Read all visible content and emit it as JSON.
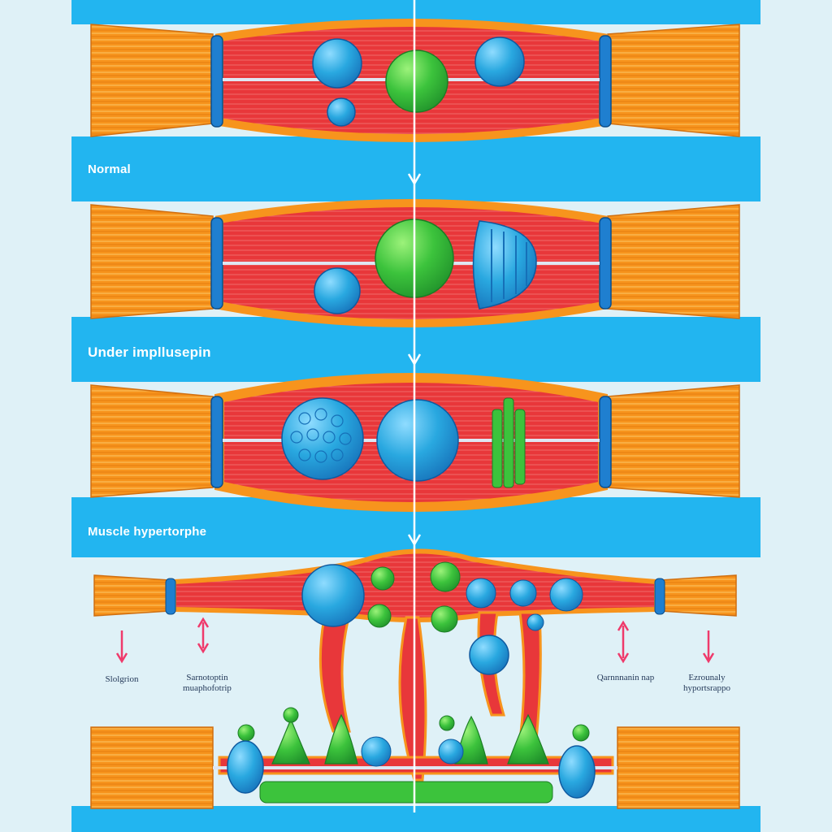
{
  "stages": [
    {
      "id": "normal",
      "label": "Normal"
    },
    {
      "id": "under-impulse",
      "label": "Under impllusepin"
    },
    {
      "id": "hypertrophy",
      "label": "Muscle hypertorphe"
    }
  ],
  "notes": [
    {
      "id": "left-1",
      "text": "Slolgrion"
    },
    {
      "id": "left-2",
      "text": "Sarnotoptin muaphofotrip"
    },
    {
      "id": "right-1",
      "text": "Qarnnnanin nap"
    },
    {
      "id": "right-2",
      "text": "Ezrounaly hyportsrappo"
    }
  ],
  "colors": {
    "band": "#22b5f0",
    "background": "#dff1f7",
    "tendon": "#f7941d",
    "muscle": "#e8373a",
    "blue_cell": "#29a8e0",
    "green_cell": "#3cc33c",
    "arrow_pink": "#ef3a6b"
  }
}
